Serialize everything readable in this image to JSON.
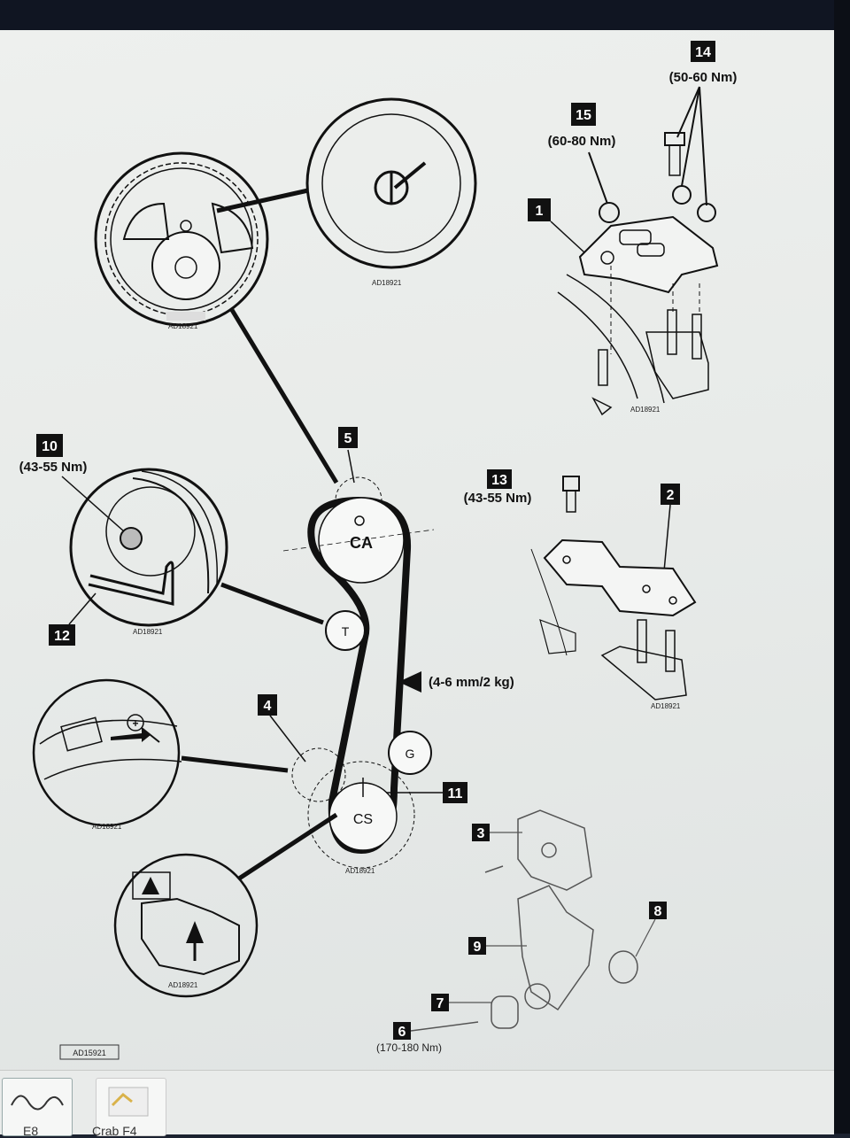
{
  "callouts": {
    "c1": "1",
    "c2": "2",
    "c3": "3",
    "c4": "4",
    "c5": "5",
    "c6": "6",
    "c7": "7",
    "c8": "8",
    "c9": "9",
    "c10": "10",
    "c11": "11",
    "c12": "12",
    "c13": "13",
    "c14": "14",
    "c15": "15"
  },
  "torques": {
    "t14": "(50-60 Nm)",
    "t15": "(60-80 Nm)",
    "t10": "(43-55 Nm)",
    "t13": "(43-55 Nm)",
    "t6": "(170-180 Nm)"
  },
  "tension": "(4-6 mm/2 kg)",
  "pulleys": {
    "camshaft": "CA",
    "crankshaft": "CS",
    "tensioner": "T",
    "guide": "G"
  },
  "figure_id": "AD18921",
  "footer_id": "AD15921",
  "taskbar": {
    "item1": "E8",
    "item2": "Crab F4"
  }
}
